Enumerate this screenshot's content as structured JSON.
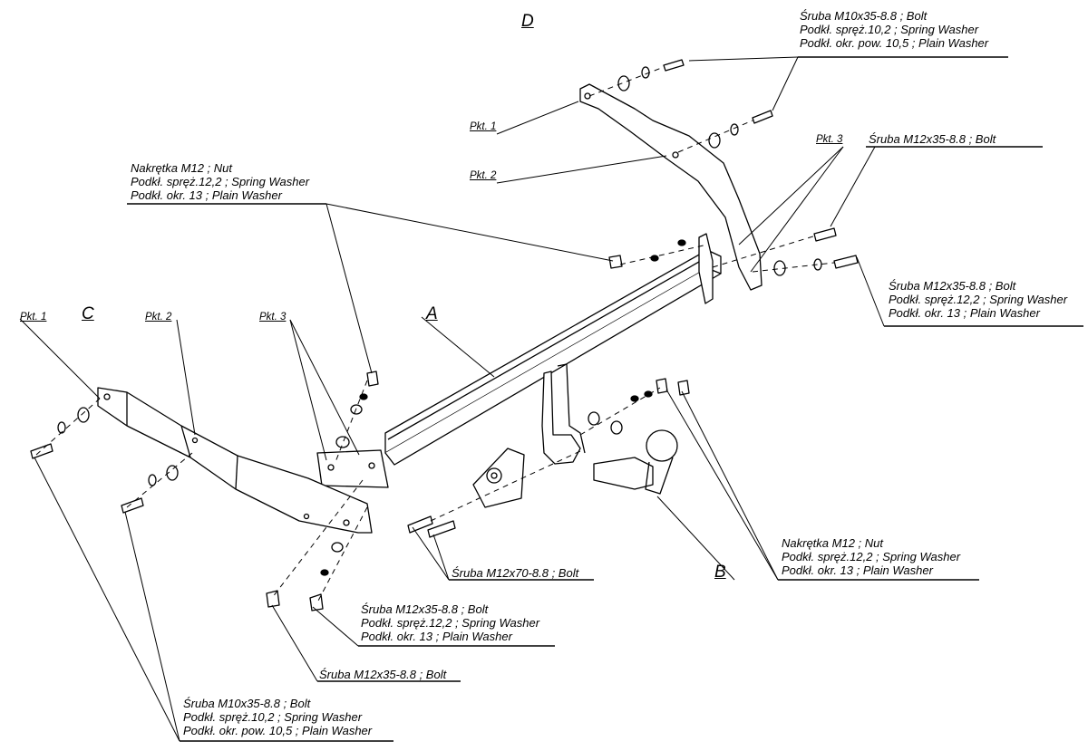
{
  "parts": {
    "a": "A",
    "b": "B",
    "c": "C",
    "d": "D"
  },
  "points": {
    "pkt1": "Pkt. 1",
    "pkt2": "Pkt. 2",
    "pkt3": "Pkt. 3"
  },
  "callouts": {
    "top_bolt_m10": [
      "Śruba M10x35-8.8 ;  Bolt",
      "Podkł. spręż.10,2 ; Spring Washer",
      "Podkł. okr. pow. 10,5 ; Plain Washer"
    ],
    "nut_left": [
      "Nakrętka  M12 ; Nut",
      "Podkł. spręż.12,2 ; Spring Washer",
      "Podkł. okr. 13 ; Plain Washer"
    ],
    "right_bolt_short": "Śruba M12x35-8.8 ;  Bolt",
    "right_bolt_full": [
      "Śruba M12x35-8.8 ;  Bolt",
      "Podkł. spręż.12,2 ; Spring Washer",
      "Podkł. okr. 13 ; Plain Washer"
    ],
    "nut_right": [
      "Nakrętka  M12 ; Nut",
      "Podkł. spręż.12,2 ; Spring Washer",
      "Podkł. okr. 13 ; Plain Washer"
    ],
    "bolt_m12x70": "Śruba M12x70-8.8 ;  Bolt",
    "bolt_m12x35_center": [
      "Śruba M12x35-8.8 ;  Bolt",
      "Podkł. spręż.12,2 ; Spring Washer",
      "Podkł. okr. 13 ; Plain Washer"
    ],
    "bolt_m12x35_bottom": "Śruba M12x35-8.8 ;  Bolt",
    "bolt_m10_bottom": [
      "Śruba M10x35-8.8 ;  Bolt",
      "Podkł. spręż.10,2 ; Spring Washer",
      "Podkł. okr. pow. 10,5 ; Plain Washer"
    ]
  }
}
